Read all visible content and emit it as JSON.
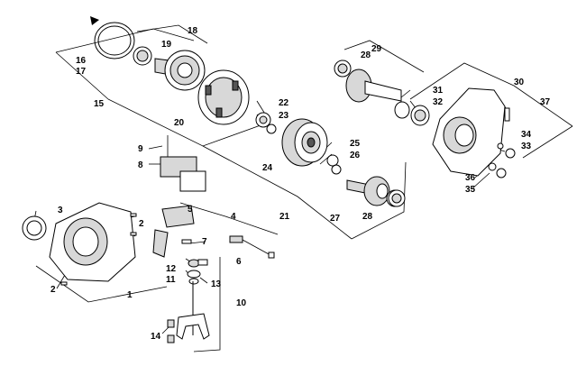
{
  "callouts": [
    "1",
    "2",
    "2",
    "3",
    "4",
    "5",
    "6",
    "7",
    "8",
    "9",
    "10",
    "11",
    "12",
    "13",
    "14",
    "15",
    "16",
    "17",
    "18",
    "19",
    "20",
    "21",
    "22",
    "23",
    "24",
    "25",
    "26",
    "27",
    "28",
    "28",
    "29",
    "30",
    "31",
    "32",
    "33",
    "34",
    "35",
    "36",
    "37"
  ]
}
